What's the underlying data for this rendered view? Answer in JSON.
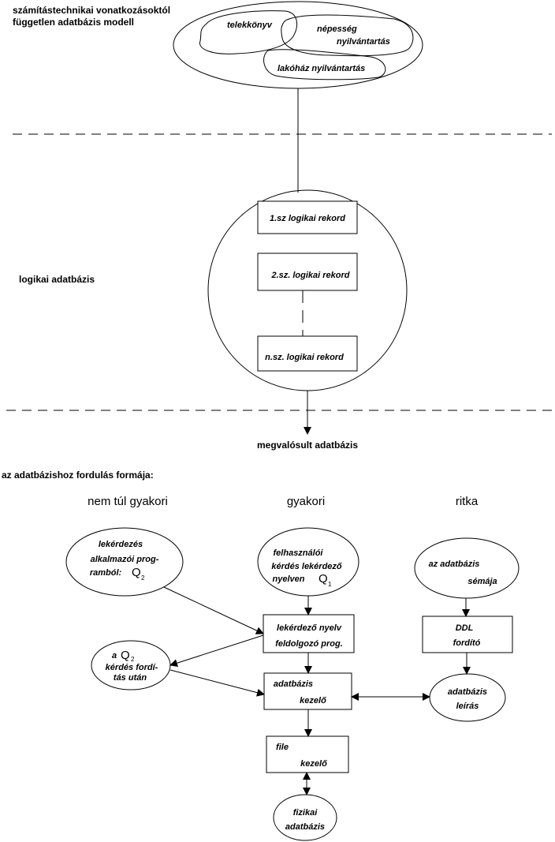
{
  "top": {
    "model_title_line1": "számítástechnikai vonatkozásoktól",
    "model_title_line2": "független adatbázis modell",
    "blob_telekonyv": "telekkönyv",
    "blob_nepesseg_1": "népesség",
    "blob_nepesseg_2": "nyilvántartás",
    "blob_lakohaz": "lakóház nyilvántartás"
  },
  "logical": {
    "label": "logikai adatbázis",
    "record1": "1.sz logikai rekord",
    "record2": "2.sz. logikai rekord",
    "recordn": "n.sz. logikai rekord"
  },
  "realized": {
    "label": "megvalósult adatbázis"
  },
  "access": {
    "title": "az adatbázishoz fordulás formája:",
    "col_left": "nem túl gyakori",
    "col_mid": "gyakori",
    "col_right": "ritka"
  },
  "nodes": {
    "app_query_1": "lekérdezés",
    "app_query_2": "alkalmazói prog-",
    "app_query_3": "ramból:",
    "q2_symbol": "Q",
    "q2_sub": "2",
    "user_query_1": "felhasználói",
    "user_query_2": "kérdés lekérdező",
    "user_query_3": "nyelven",
    "q1_symbol": "Q",
    "q1_sub": "1",
    "schema_1": "az adatbázis",
    "schema_2": "sémája",
    "qlang_1": "lekérdező nyelv",
    "qlang_2": "feldolgozó prog.",
    "ddl_1": "DDL",
    "ddl_2": "fordító",
    "compiled_a": "a",
    "compiled_q": "Q",
    "compiled_sub": "2",
    "compiled_2": "kérdés fordí-",
    "compiled_3": "tás után",
    "dbm_1": "adatbázis",
    "dbm_2": "kezelő",
    "desc_1": "adatbázis",
    "desc_2": "leírás",
    "file_1": "file",
    "file_2": "kezelő",
    "phys_1": "fizikai",
    "phys_2": "adatbázis"
  }
}
